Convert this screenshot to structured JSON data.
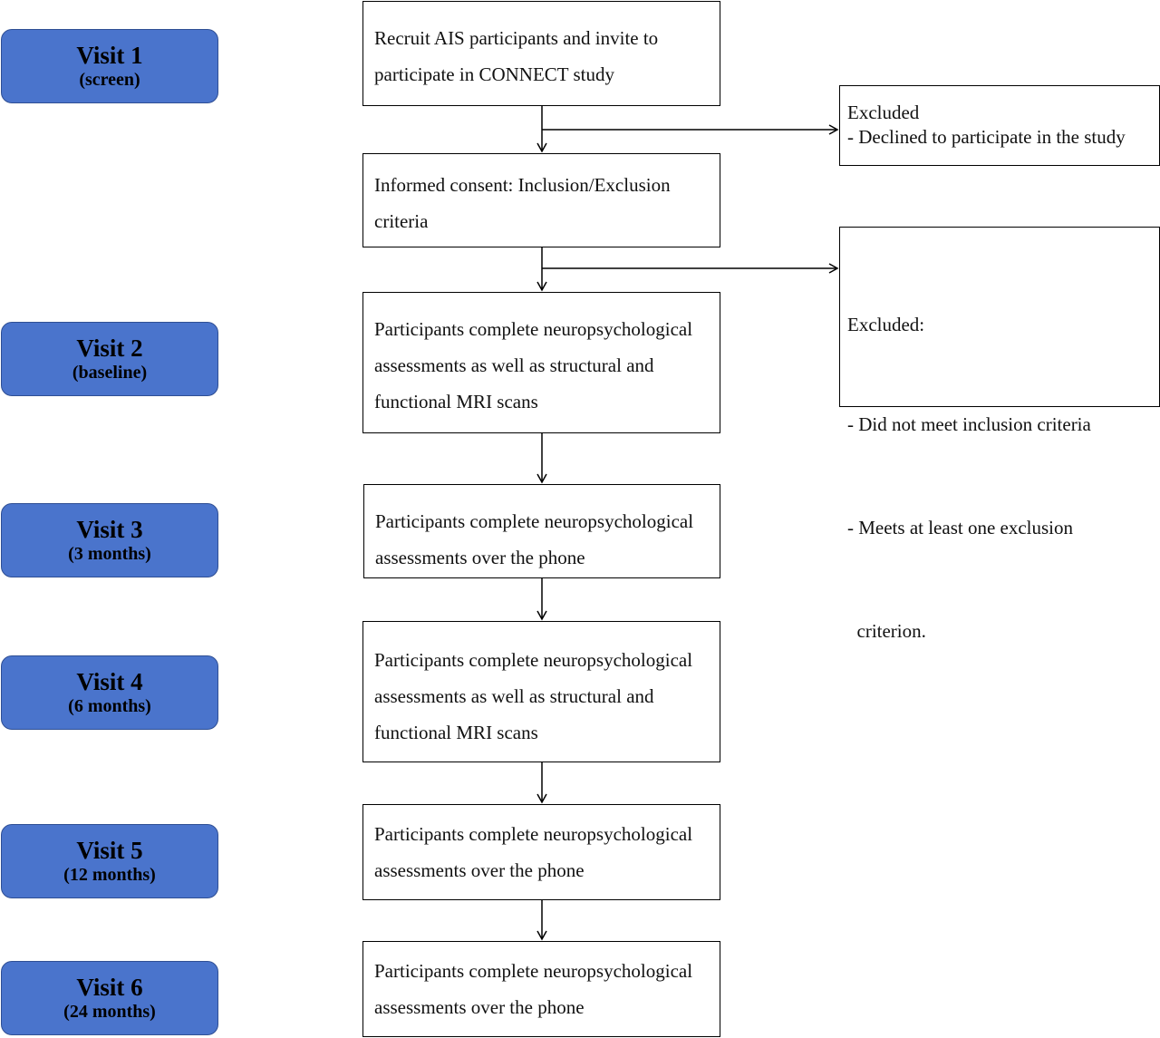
{
  "visits": [
    {
      "title": "Visit 1",
      "subtitle": "(screen)"
    },
    {
      "title": "Visit 2",
      "subtitle": "(baseline)"
    },
    {
      "title": "Visit 3",
      "subtitle": "(3 months)"
    },
    {
      "title": "Visit 4",
      "subtitle": "(6 months)"
    },
    {
      "title": "Visit 5",
      "subtitle": "(12 months)"
    },
    {
      "title": "Visit 6",
      "subtitle": "(24 months)"
    }
  ],
  "steps": {
    "recruit": [
      "Recruit AIS participants and invite to",
      "participate in CONNECT study"
    ],
    "consent": [
      "Informed consent: Inclusion/Exclusion",
      "criteria"
    ],
    "visit2": [
      "Participants complete neuropsychological",
      "assessments as well as structural and",
      "functional MRI scans"
    ],
    "visit3": [
      "Participants complete neuropsychological",
      "assessments over the phone"
    ],
    "visit4": [
      "Participants complete neuropsychological",
      "assessments as well as structural and",
      "functional MRI scans"
    ],
    "visit5": [
      "Participants complete neuropsychological",
      "assessments over the phone"
    ],
    "visit6": [
      "Participants complete neuropsychological",
      "assessments over the phone"
    ]
  },
  "exclusions": {
    "declined": [
      "Excluded",
      "- Declined to participate in the study"
    ],
    "criteria": [
      "Excluded:",
      "- Did not meet inclusion criteria",
      "- Meets at least one exclusion",
      "  criterion."
    ]
  },
  "colors": {
    "visit_fill": "#4a74cc",
    "visit_border": "#2f4f94"
  }
}
